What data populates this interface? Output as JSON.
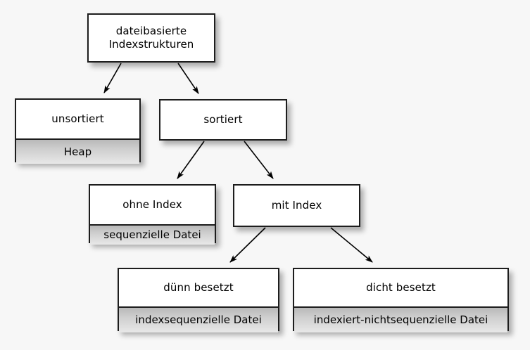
{
  "diagram": {
    "type": "tree",
    "background_color": "#f7f7f7",
    "box_fill": "#ffffff",
    "box_border": "#1d1d1d",
    "subtitle_fill": "#cfcfcf",
    "edge_color": "#000000",
    "nodes": [
      {
        "id": "root",
        "title": "dateibasierte\nIndexstrukturen",
        "subtitle": null
      },
      {
        "id": "unsortiert",
        "title": "unsortiert",
        "subtitle": "Heap"
      },
      {
        "id": "sortiert",
        "title": "sortiert",
        "subtitle": null
      },
      {
        "id": "ohne-index",
        "title": "ohne Index",
        "subtitle": "sequenzielle Datei"
      },
      {
        "id": "mit-index",
        "title": "mit Index",
        "subtitle": null
      },
      {
        "id": "duenn",
        "title": "dünn besetzt",
        "subtitle": "indexsequenzielle Datei"
      },
      {
        "id": "dicht",
        "title": "dicht besetzt",
        "subtitle": "indexiert-nichtsequenzielle Datei"
      }
    ],
    "edges": [
      {
        "from": "root",
        "to": "unsortiert"
      },
      {
        "from": "root",
        "to": "sortiert"
      },
      {
        "from": "sortiert",
        "to": "ohne-index"
      },
      {
        "from": "sortiert",
        "to": "mit-index"
      },
      {
        "from": "mit-index",
        "to": "duenn"
      },
      {
        "from": "mit-index",
        "to": "dicht"
      }
    ]
  }
}
